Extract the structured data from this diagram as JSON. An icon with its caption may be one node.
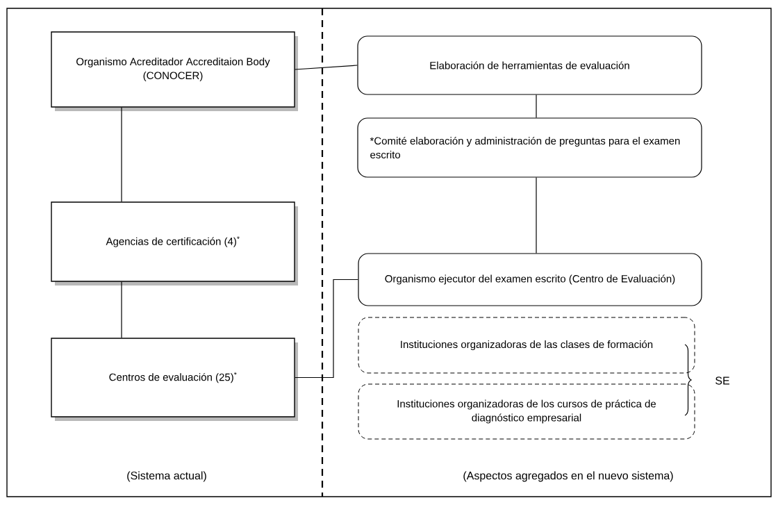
{
  "diagram": {
    "nodes": [
      {
        "text": [
          "Organismo Acreditador Accreditaion Body (CONOCER)"
        ]
      },
      {
        "text": [
          "Agencias de certificación (4)$^{*}$"
        ]
      },
      {
        "text": [
          "Centros de evaluación (25)$^{*}$"
        ]
      },
      {
        "text": [
          "Elaboración de herramientas de evaluación"
        ]
      },
      {
        "text": [
          "*Comité elaboración y administración de preguntas para el examen escrito"
        ]
      },
      {
        "text": [
          "Organismo ejecutor del examen escrito (Centro de Evaluación)"
        ]
      },
      {
        "text": [
          "Instituciones organizadoras de las clases de formación"
        ]
      },
      {
        "text": [
          "Instituciones organizadoras de los cursos de práctica de diagnóstico empresarial"
        ]
      }
    ],
    "edges": [
      {
        "from": 0,
        "to": 1,
        "arrow": "none"
      },
      {
        "from": 1,
        "to": 2,
        "arrow": "none"
      },
      {
        "from": 0,
        "to": 3,
        "arrow": "none"
      },
      {
        "from": 3,
        "to": 4,
        "arrow": "none"
      },
      {
        "from": 4,
        "to": 5,
        "arrow": "none"
      },
      {
        "from": 2,
        "to": 5,
        "arrow": "none"
      }
    ],
    "labels": [
      "SE",
      "(Sistema actual)",
      "(Aspectos agregados en el nuevo sistema)"
    ]
  }
}
